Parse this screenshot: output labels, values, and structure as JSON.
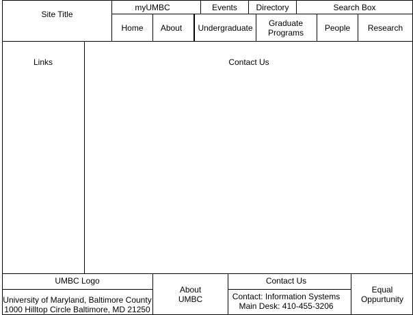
{
  "header": {
    "site_title": "Site Title",
    "top_nav": {
      "myumbc": "myUMBC",
      "events": "Events",
      "directory": "Directory",
      "search_box": "Search Box"
    },
    "main_nav": {
      "home": "Home",
      "about": "About",
      "undergraduate": "Undergraduate",
      "graduate_line1": "Graduate",
      "graduate_line2": "Programs",
      "people": "People",
      "research": "Research"
    }
  },
  "body": {
    "links": "Links",
    "content": "Contact Us"
  },
  "footer": {
    "umbc_logo": "UMBC Logo",
    "address_line1": "University of Maryland, Baltimore County",
    "address_line2": "1000 Hilltop Circle Baltimore, MD 21250",
    "about_line1": "About",
    "about_line2": "UMBC",
    "contact_heading": "Contact Us",
    "contact_line1": "Contact:  Information Systems",
    "contact_line2": "Main Desk:  410-455-3206",
    "equal_line1": "Equal",
    "equal_line2": "Oppurtunity"
  }
}
